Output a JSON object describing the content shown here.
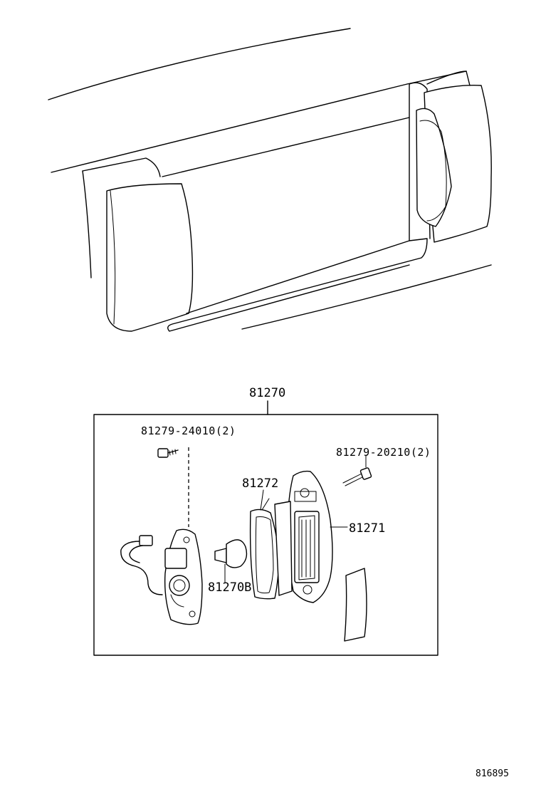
{
  "labels": {
    "assembly": "81270",
    "screw_left": "81279-24010(2)",
    "screw_right": "81279-20210(2)",
    "gasket": "81272",
    "lens": "81271",
    "bulb": "81270B",
    "diagram_id": "816895"
  },
  "icons": {
    "vehicle": "vehicle-rear-outline",
    "socket": "lamp-socket-with-wire",
    "bulb": "bulb",
    "gasket": "gasket-frame",
    "lens": "lens-housing",
    "plate": "reflector-plate"
  }
}
